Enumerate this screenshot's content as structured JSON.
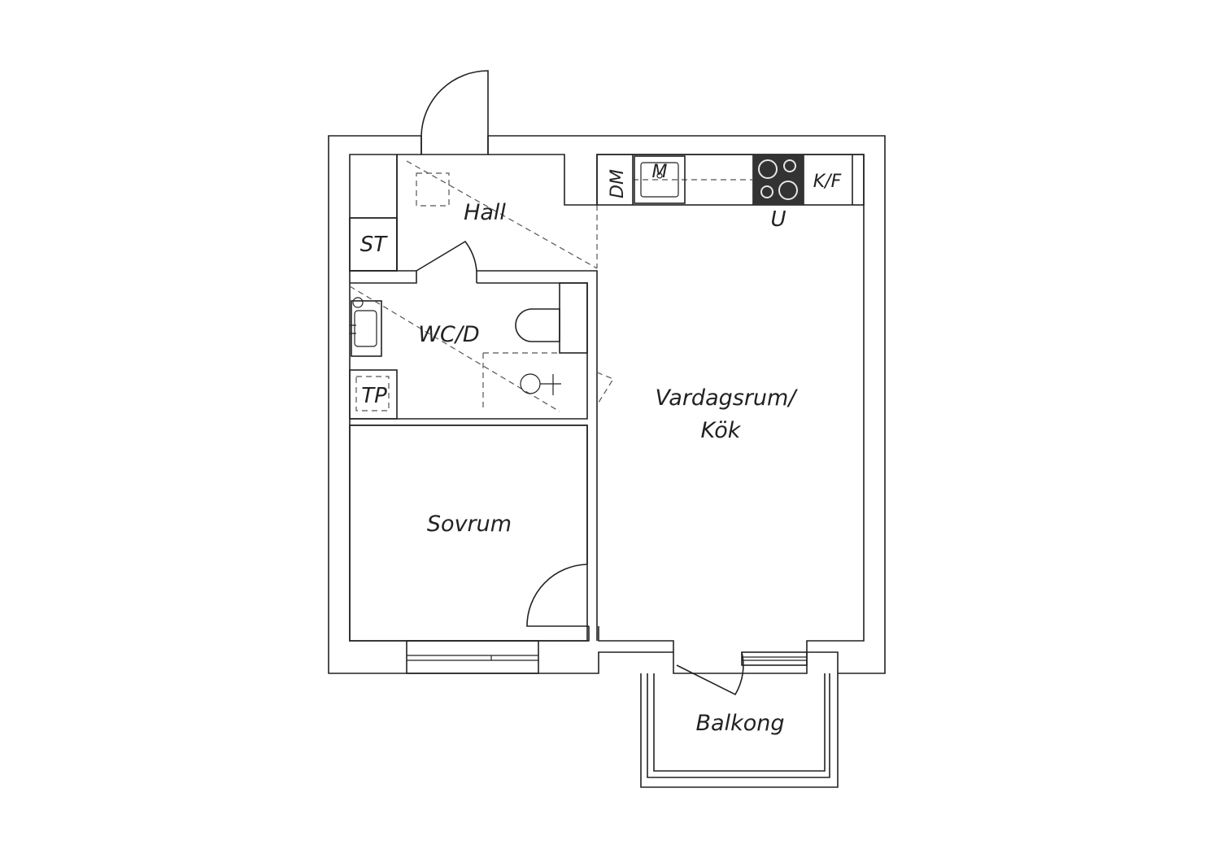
{
  "rooms": {
    "hall": "Hall",
    "st": "ST",
    "wc": "WC/D",
    "tp": "TP",
    "living_line1": "Vardagsrum/",
    "living_line2": "Kök",
    "bedroom": "Sovrum",
    "balcony": "Balkong"
  },
  "kitchen": {
    "dm": "DM",
    "m": "M",
    "kf": "K/F",
    "u": "U"
  },
  "colors": {
    "stroke": "#222222",
    "stove": "#333333"
  }
}
